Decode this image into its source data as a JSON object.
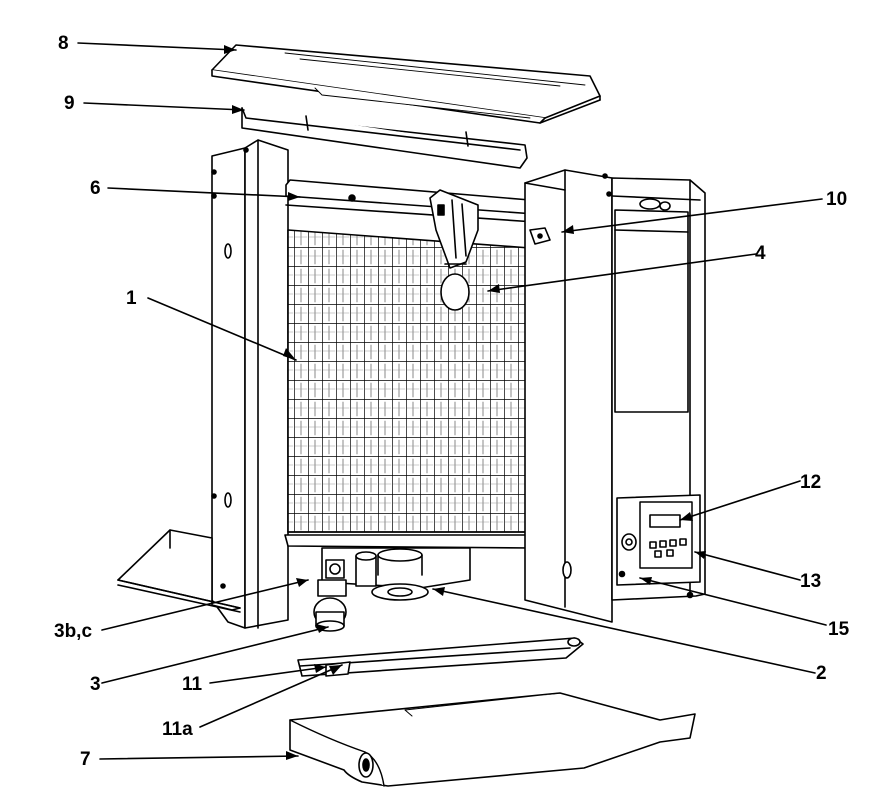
{
  "labels": {
    "l1": "1",
    "l2": "2",
    "l3": "3",
    "l3bc": "3b,c",
    "l4": "4",
    "l6": "6",
    "l7": "7",
    "l8": "8",
    "l9": "9",
    "l10": "10",
    "l11": "11",
    "l11a": "11a",
    "l12": "12",
    "l13": "13",
    "l15": "15"
  }
}
